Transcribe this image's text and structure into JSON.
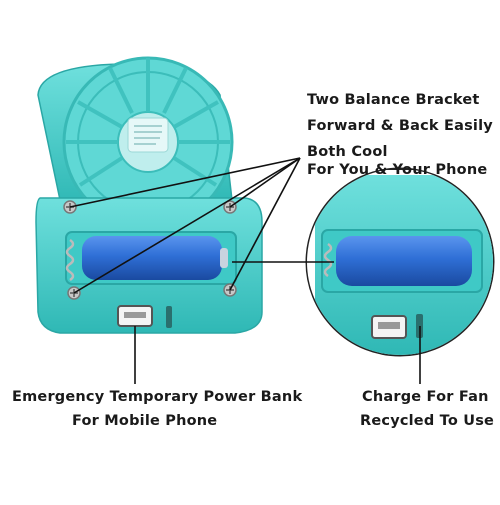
{
  "labels": {
    "bracket_line1": "Two Balance Bracket",
    "bracket_line2": "Forward & Back Easily",
    "cool_line1": "Both Cool",
    "cool_line2": "For You & Your Phone",
    "powerbank_line1": "Emergency Temporary Power Bank",
    "powerbank_line2": "For Mobile Phone",
    "charge_line1": "Charge For Fan",
    "charge_line2": "Recycled To Use"
  },
  "colors": {
    "fan_body": "#4fd3d0",
    "fan_body_dark": "#2fb3b1",
    "battery": "#2f6fd6",
    "battery_dark": "#1d4fa8",
    "leader_line": "#111111"
  }
}
